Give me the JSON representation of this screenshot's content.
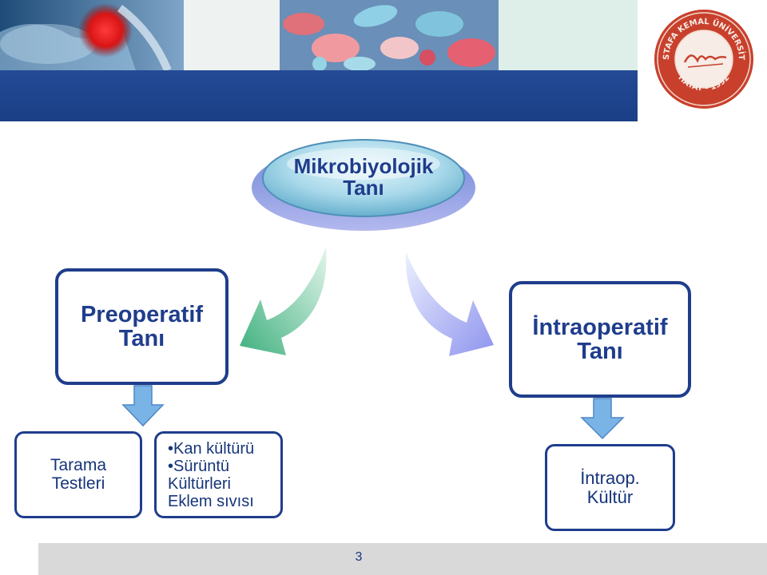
{
  "header": {
    "images": [
      "hip-xray-image",
      "bacteria-image"
    ],
    "logo": {
      "ring_text_top": "MUSTAFA KEMAL ÜNİVERSİTESİ",
      "ring_text_bottom": "HATAY - 1992",
      "color": "#c8402c"
    },
    "band_color": "#1f4590"
  },
  "diagram": {
    "root": {
      "line1": "Mikrobiyolojik",
      "line2": "Tanı"
    },
    "left": {
      "line1": "Preoperatif",
      "line2": "Tanı"
    },
    "right": {
      "line1": "İntraoperatif",
      "line2": "Tanı"
    },
    "left_children": [
      {
        "line1": "Tarama",
        "line2": "Testleri"
      },
      {
        "bullets": [
          "•Kan kültürü",
          "•Sürüntü",
          "Kültürleri",
          "Eklem sıvısı"
        ]
      }
    ],
    "right_child": {
      "line1": "İntraop.",
      "line2": "Kültür"
    }
  },
  "footer": {
    "page_number": "3"
  },
  "colors": {
    "text": "#1f3d8c",
    "footer_bg": "#d9d9d9",
    "down_arrow": "#7ab4e6"
  }
}
